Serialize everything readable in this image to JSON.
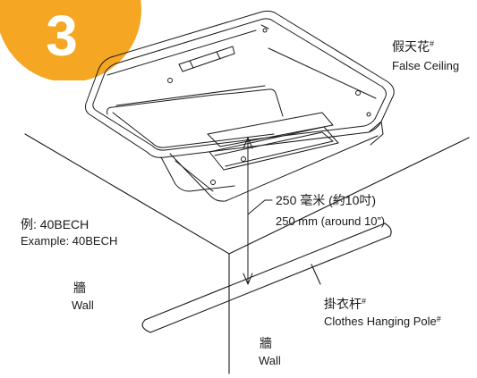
{
  "step": {
    "number": "3",
    "color": "#F5A623"
  },
  "labels": {
    "false_ceiling_zh": "假天花",
    "false_ceiling_en": "False Ceiling",
    "false_ceiling_mark": "#",
    "distance_zh": "250 毫米 (約10吋)",
    "distance_en": "250 mm (around 10”)",
    "example_zh": "例: 40BECH",
    "example_en": "Example: 40BECH",
    "wall_left_zh": "牆",
    "wall_left_en": "Wall",
    "wall_bottom_zh": "牆",
    "wall_bottom_en": "Wall",
    "pole_zh": "掛衣杆",
    "pole_zh_mark": "#",
    "pole_en": "Clothes Hanging Pole",
    "pole_en_mark": "#"
  },
  "colors": {
    "line": "#1a1a1a",
    "badge": "#F5A623"
  }
}
